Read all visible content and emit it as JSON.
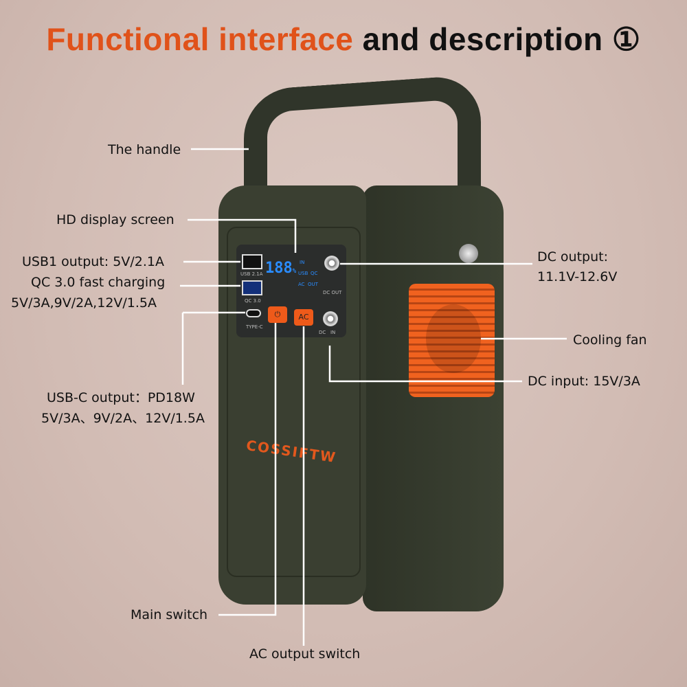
{
  "title": {
    "highlight": "Functional interface",
    "rest": "and description ①"
  },
  "labels": {
    "handle": "The handle",
    "display": "HD display screen",
    "usb1": "USB1 output: 5V/2.1A",
    "qc_title": "QC 3.0 fast charging",
    "qc_spec": "5V/3A,9V/2A,12V/1.5A",
    "usbc_title": "USB-C output：PD18W",
    "usbc_spec": "5V/3A、9V/2A、12V/1.5A",
    "dc_out_title": "DC output:",
    "dc_out_spec": "11.1V-12.6V",
    "fan": "Cooling fan",
    "dc_in": "DC input: 15V/3A",
    "main_switch": "Main switch",
    "ac_switch": "AC output switch"
  },
  "device": {
    "brand": "COSSIFTW",
    "lcd_value": "188",
    "lcd_unit": "%",
    "lcd_indicators": [
      "IN",
      "USB",
      "QC",
      "AC",
      "OUT"
    ],
    "port_labels": {
      "usb": "USB 2.1A",
      "qc": "QC 3.0",
      "typec": "TYPE-C",
      "dc_out": "DC OUT",
      "dc_in": "DC   IN"
    },
    "buttons": {
      "power": "⏻",
      "ac": "AC"
    }
  },
  "colors": {
    "accent": "#e0521a",
    "device": "#3a3f31",
    "lcd": "#2a8cff"
  }
}
